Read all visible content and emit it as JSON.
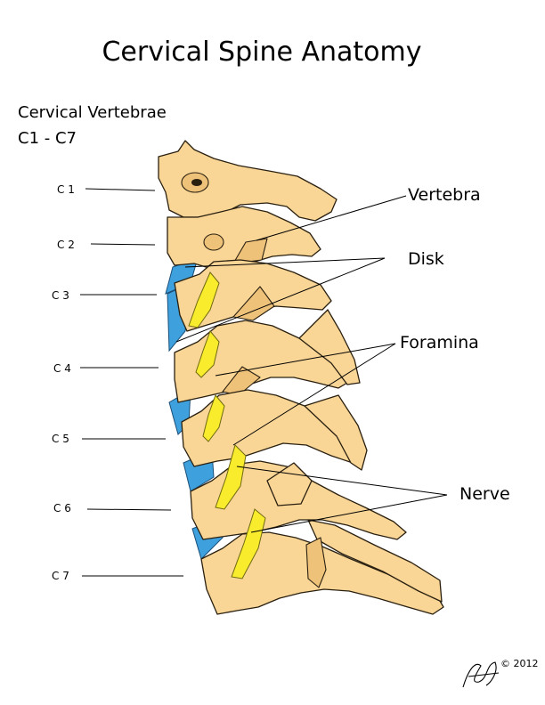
{
  "title": "Cervical Spine Anatomy",
  "subtitle": {
    "line1": "Cervical Vertebrae",
    "line2": "C1 - C7"
  },
  "vertebra_levels": [
    "C 1",
    "C 2",
    "C 3",
    "C 4",
    "C 5",
    "C 6",
    "C 7"
  ],
  "parts": {
    "vertebra": "Vertebra",
    "disk": "Disk",
    "foramina": "Foramina",
    "nerve": "Nerve"
  },
  "copyright": "© 2012",
  "colors": {
    "bone": "#f9d596",
    "disk": "#3ea0dc",
    "nerve": "#f8ec2c"
  }
}
